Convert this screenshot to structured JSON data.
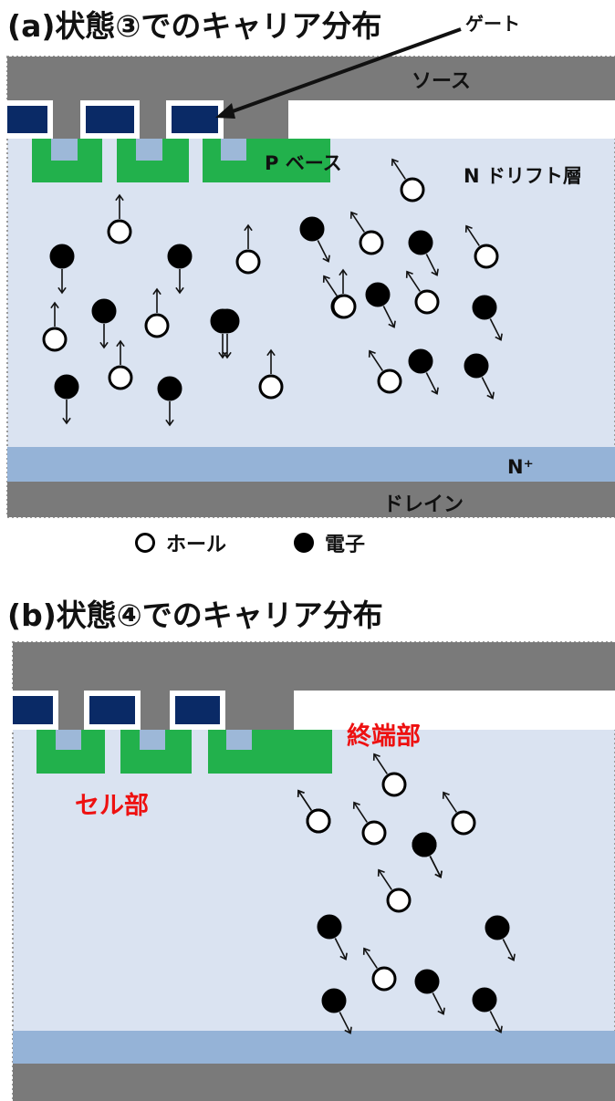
{
  "panel_a": {
    "title": "(a)状態③でのキャリア分布",
    "labels": {
      "gate": "ゲート",
      "source": "ソース",
      "p_base": "P ベース",
      "n_drift": "N ドリフト層",
      "n_plus": "N⁺",
      "drain": "ドレイン"
    }
  },
  "legend": {
    "hole": "ホール",
    "electron": "電子"
  },
  "panel_b": {
    "title": "(b)状態④でのキャリア分布",
    "labels": {
      "termination": "終端部",
      "cell": "セル部"
    }
  },
  "colors": {
    "metal": "#7a7a7a",
    "gate": "#0a2a66",
    "p_base": "#22b14c",
    "n_plus_well": "#9db8d8",
    "drift": "#dae3f1",
    "n_plus_layer": "#95b3d7",
    "label_red": "#ee1111"
  },
  "carriers_a": {
    "holes": [
      [
        "c1",
        "up"
      ],
      [
        "c2",
        "up"
      ],
      [
        "c3",
        "up"
      ],
      [
        "c4",
        "up"
      ],
      [
        "c5",
        "up"
      ],
      [
        "c6",
        "up"
      ],
      [
        "c7",
        "up"
      ],
      [
        "c8",
        "up-left"
      ],
      [
        "c9",
        "up-left"
      ],
      [
        "c10",
        "up-left"
      ],
      [
        "c11",
        "up-left"
      ],
      [
        "c12",
        "up-left"
      ],
      [
        "c13",
        "up-left"
      ]
    ],
    "electrons": [
      [
        "c14",
        "down"
      ],
      [
        "c15",
        "down"
      ],
      [
        "c16",
        "down"
      ],
      [
        "c17",
        "down"
      ],
      [
        "c18",
        "down"
      ],
      [
        "c19",
        "down"
      ],
      [
        "c20",
        "down"
      ],
      [
        "c21",
        "down-right"
      ],
      [
        "c22",
        "down-right"
      ],
      [
        "c23",
        "down-right"
      ],
      [
        "c24",
        "down-right"
      ],
      [
        "c25",
        "down-right"
      ],
      [
        "c26",
        "down-right"
      ]
    ]
  },
  "carriers_b": {
    "holes": [
      [
        "c1",
        "up-left"
      ],
      [
        "c2",
        "up-left"
      ],
      [
        "c3",
        "up-left"
      ],
      [
        "c4",
        "up-left"
      ],
      [
        "c5",
        "up-left"
      ],
      [
        "c6",
        "up-left"
      ],
      [
        "c7",
        "up-left"
      ]
    ],
    "electrons": [
      [
        "c8",
        "down-right"
      ],
      [
        "c9",
        "down-right"
      ],
      [
        "c10",
        "down-right"
      ],
      [
        "c11",
        "down-right"
      ],
      [
        "c12",
        "down-right"
      ],
      [
        "c13",
        "down-right"
      ],
      [
        "c14",
        "down-right"
      ]
    ]
  }
}
